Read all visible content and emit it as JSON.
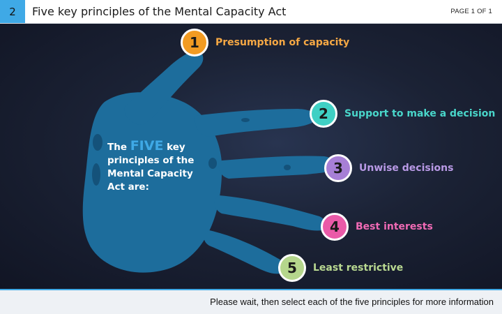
{
  "header": {
    "slide_number": "2",
    "title": "Five key principles of the Mental Capacity Act",
    "page_indicator": "PAGE 1 OF 1"
  },
  "intro": {
    "pre": "The ",
    "highlight": "FIVE",
    "post": " key principles of the Mental Capacity Act are:"
  },
  "principles": [
    {
      "number": "1",
      "label": "Presumption of capacity",
      "color": "#f29b22",
      "text_color": "#f5a844"
    },
    {
      "number": "2",
      "label": "Support to make a decision",
      "color": "#3fd0c4",
      "text_color": "#49d6ca"
    },
    {
      "number": "3",
      "label": "Unwise decisions",
      "color": "#a77fd6",
      "text_color": "#b99ae6"
    },
    {
      "number": "4",
      "label": "Best interests",
      "color": "#ea5aa8",
      "text_color": "#f06ab5"
    },
    {
      "number": "5",
      "label": "Least restrictive",
      "color": "#b5d68c",
      "text_color": "#b9d991"
    }
  ],
  "footer": {
    "instruction": "Please wait, then select each of the five principles for more information"
  },
  "colors": {
    "accent": "#3fa9e6",
    "hand": "#1d6d9c",
    "background": "#1b2235"
  }
}
